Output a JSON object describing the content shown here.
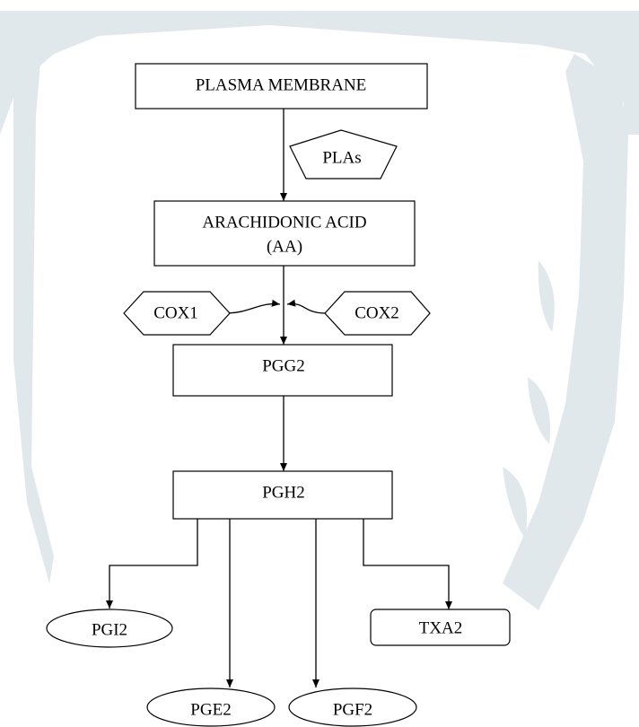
{
  "diagram": {
    "nodes": {
      "plasma_membrane": "PLASMA MEMBRANE",
      "plas": "PLAs",
      "arachidonic_acid": "ARACHIDONIC ACID",
      "aa": "(AA)",
      "cox1": "COX1",
      "cox2": "COX2",
      "pgg2": "PGG2",
      "pgh2": "PGH2",
      "pgi2": "PGI2",
      "txa2": "TXA2",
      "pge2": "PGE2",
      "pgf2": "PGF2"
    },
    "edges": [
      [
        "PLASMA MEMBRANE",
        "ARACHIDONIC ACID (AA)"
      ],
      [
        "ARACHIDONIC ACID (AA)",
        "PGG2"
      ],
      [
        "COX1",
        "ARACHIDONIC ACID (AA) → PGG2"
      ],
      [
        "COX2",
        "ARACHIDONIC ACID (AA) → PGG2"
      ],
      [
        "PGG2",
        "PGH2"
      ],
      [
        "PGH2",
        "PGI2"
      ],
      [
        "PGH2",
        "PGE2"
      ],
      [
        "PGH2",
        "PGF2"
      ],
      [
        "PGH2",
        "TXA2"
      ]
    ]
  },
  "colors": {
    "stroke": "#000000",
    "watermark": "#e1e8ec"
  }
}
